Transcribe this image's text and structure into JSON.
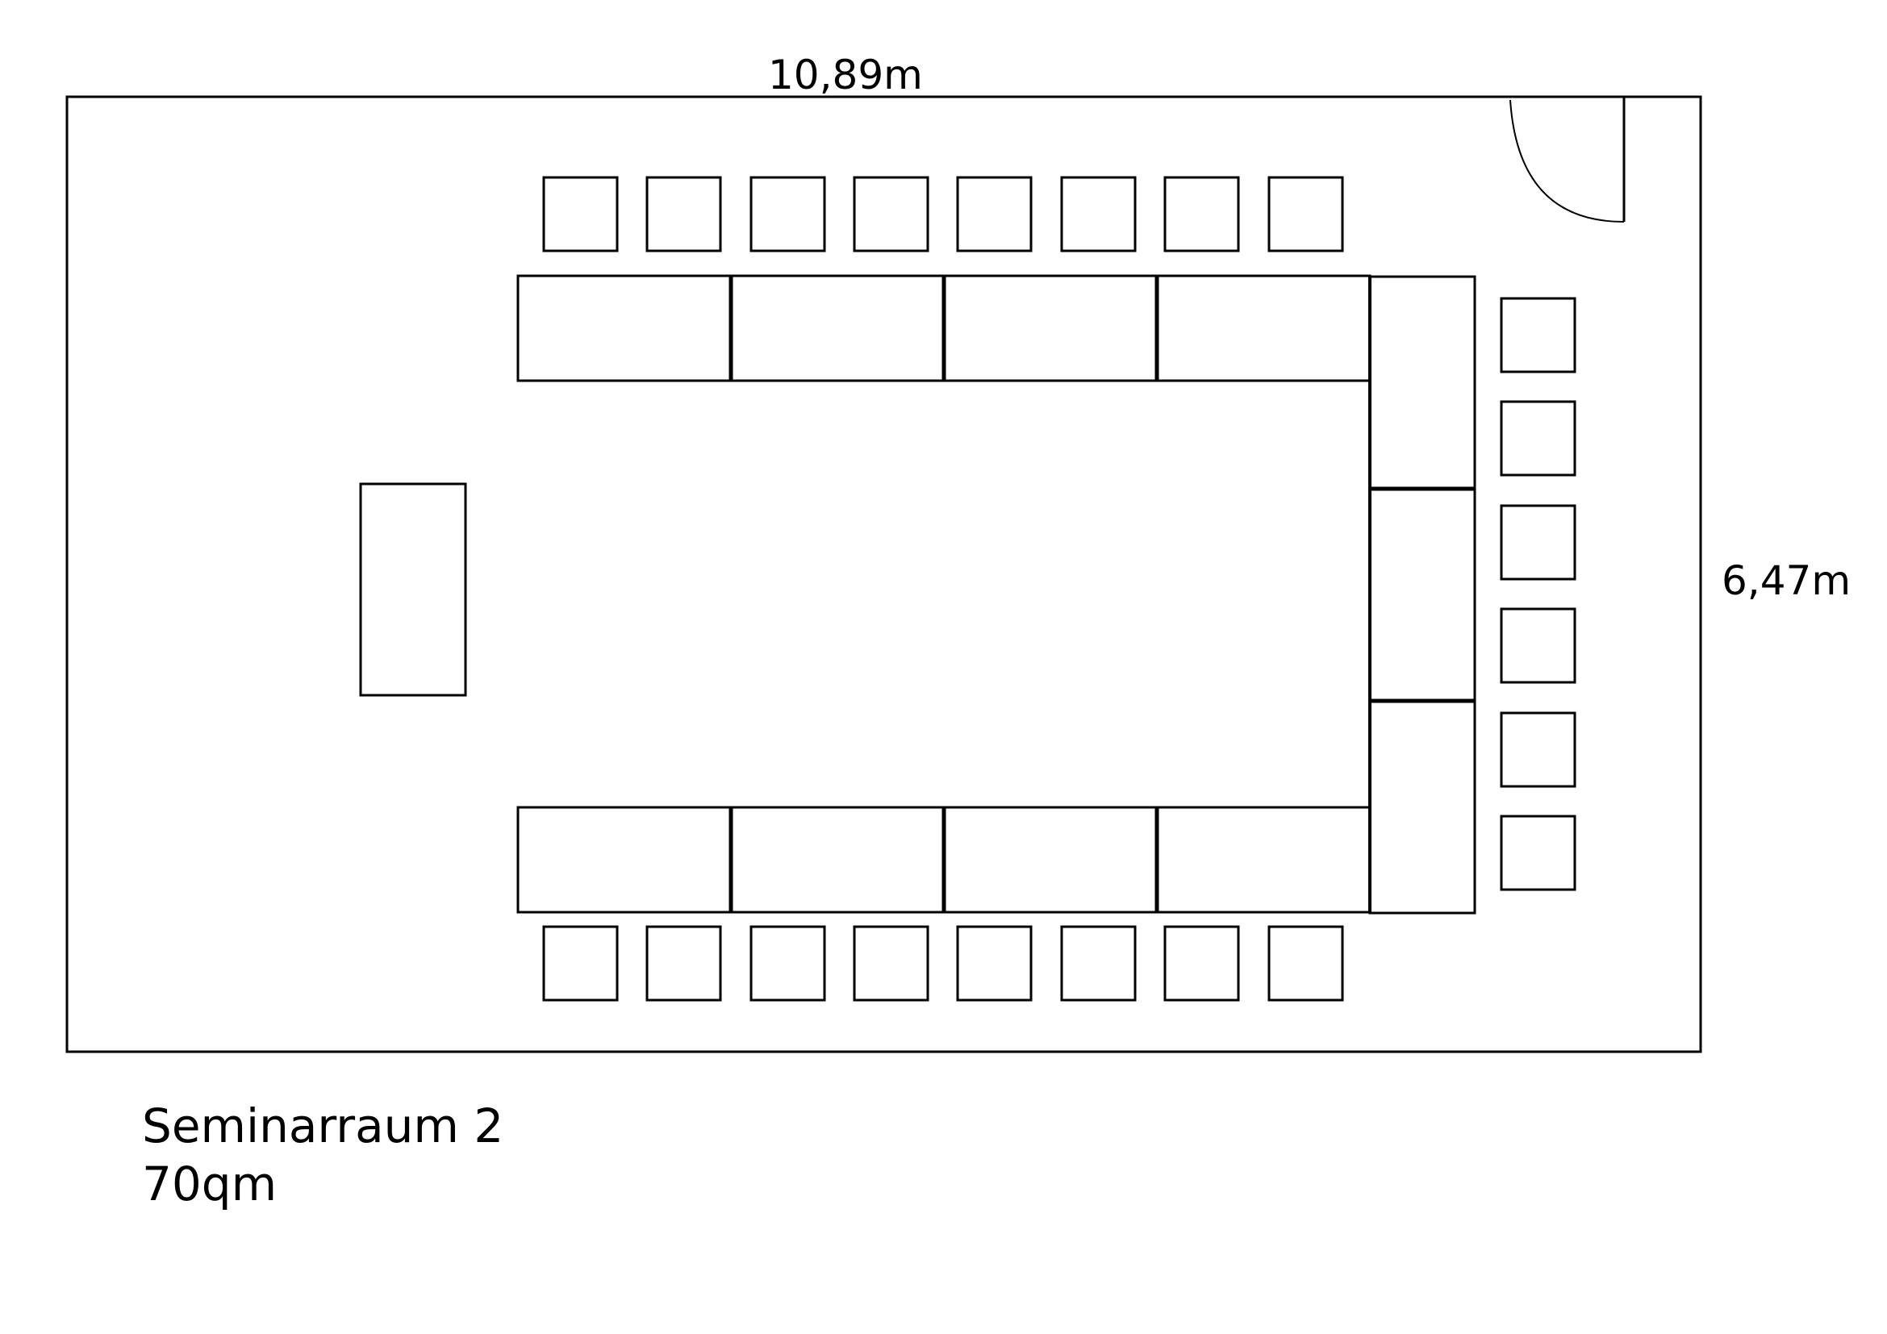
{
  "room": {
    "name": "Seminarraum 2",
    "area": "70qm",
    "width_label": "10,89m",
    "height_label": "6,47m"
  },
  "layout": {
    "arrangement": "U-shape",
    "tables_top_row": 4,
    "tables_bottom_row": 4,
    "tables_right_column": 3,
    "chairs_top_row": 8,
    "chairs_bottom_row": 8,
    "chairs_right_column": 6,
    "speaker_desk": 1,
    "door": 1
  },
  "colors": {
    "stroke": "#000000",
    "fill": "#ffffff"
  }
}
